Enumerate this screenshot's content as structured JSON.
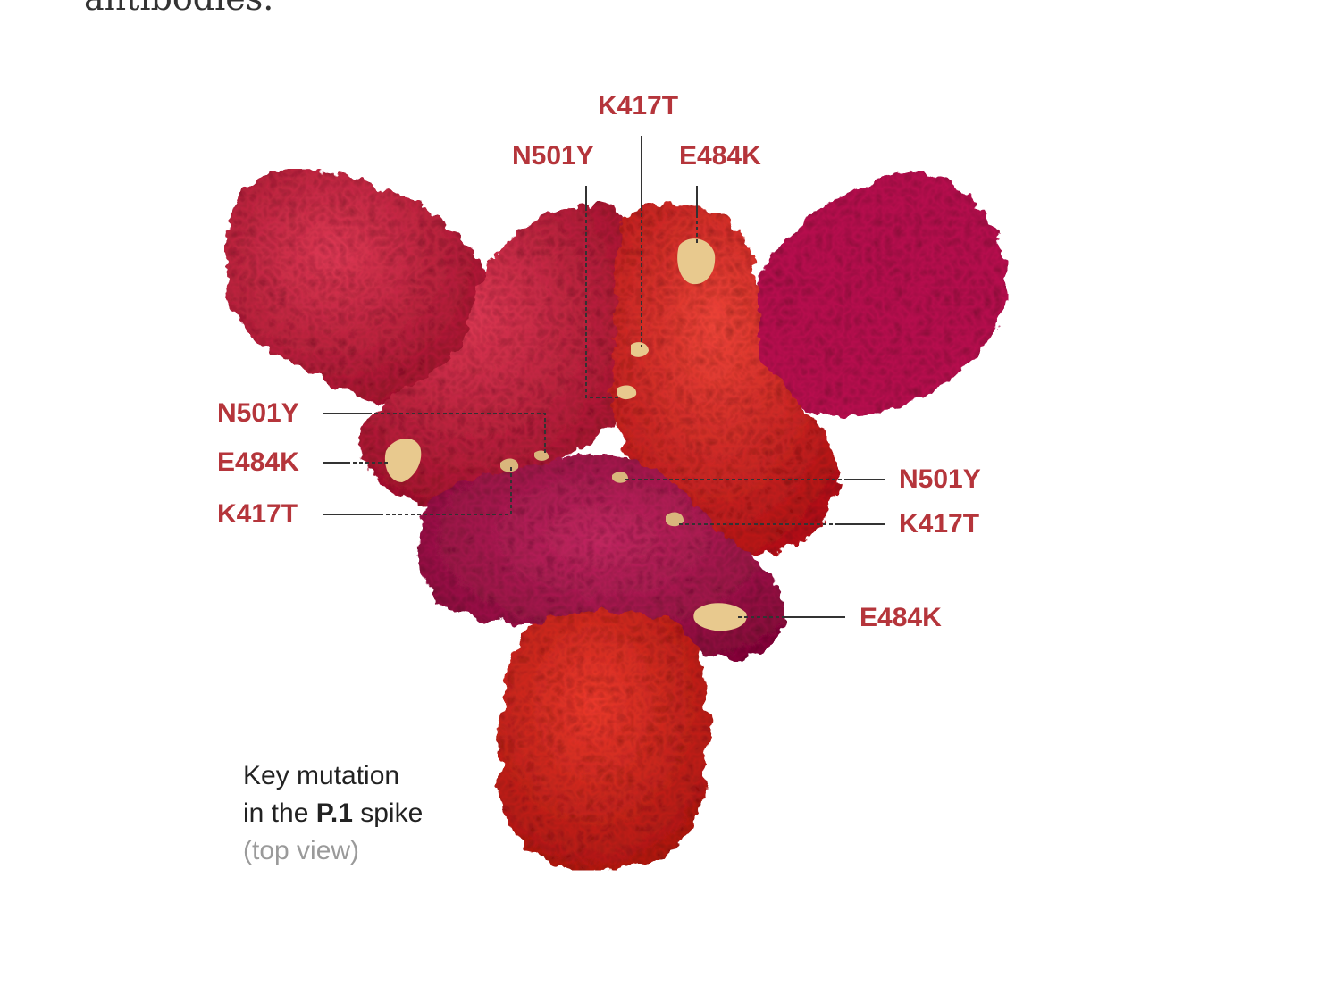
{
  "article": {
    "text_fragment": "antibodies."
  },
  "figure": {
    "caption": {
      "line1": "Key mutation",
      "line2_prefix": "in the ",
      "line2_bold": "P.1",
      "line2_suffix": " spike",
      "line3": "(top view)"
    },
    "colors": {
      "label": "#b5353b",
      "leader": "#333333",
      "mutation_patch": "#e8c98e",
      "chain_a": "#c41e3a",
      "chain_b": "#d6262a",
      "chain_c": "#a8174a",
      "stem": "#d42a26"
    },
    "mutations": [
      {
        "id": "top-k417t",
        "label": "K417T"
      },
      {
        "id": "top-n501y",
        "label": "N501Y"
      },
      {
        "id": "top-e484k",
        "label": "E484K"
      },
      {
        "id": "left-n501y",
        "label": "N501Y"
      },
      {
        "id": "left-e484k",
        "label": "E484K"
      },
      {
        "id": "left-k417t",
        "label": "K417T"
      },
      {
        "id": "right-n501y",
        "label": "N501Y"
      },
      {
        "id": "right-k417t",
        "label": "K417T"
      },
      {
        "id": "bottom-e484k",
        "label": "E484K"
      }
    ]
  }
}
